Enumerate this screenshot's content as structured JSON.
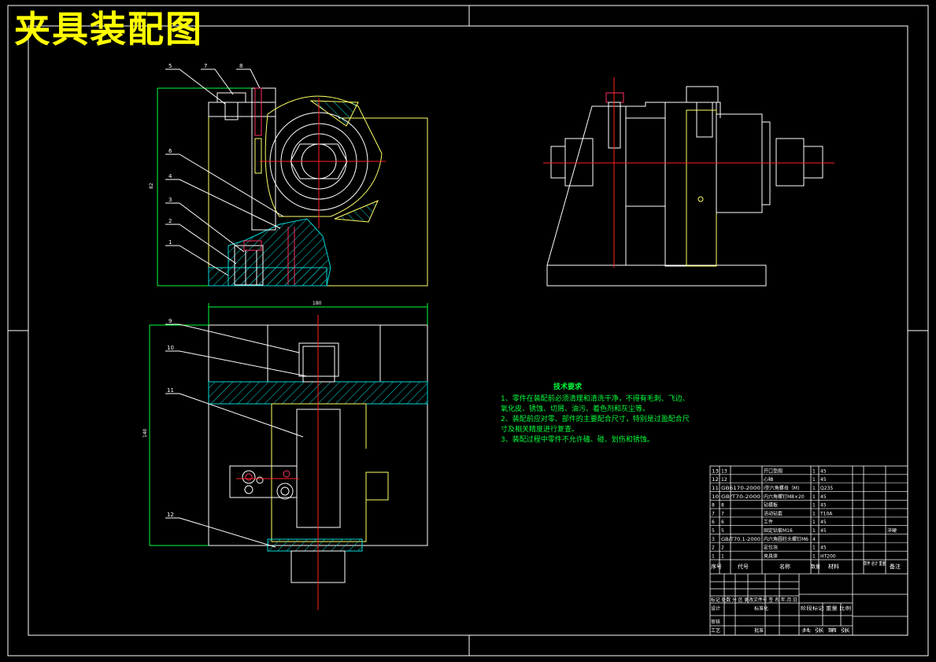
{
  "title": "夹具装配图",
  "balloons": [
    "5",
    "7",
    "8",
    "6",
    "4",
    "3",
    "2",
    "1",
    "9",
    "10",
    "11",
    "12"
  ],
  "dimensions": {
    "top_height": "82",
    "bottom_width": "180",
    "bottom_height": "140"
  },
  "tech_requirements": {
    "title": "技术要求",
    "lines": [
      "1、零件在装配前必须清理和清洗干净，不得有毛刺、飞边、",
      "氧化皮、锈蚀、切屑、油污、着色剂和灰尘等。",
      "2、装配前应对零、部件的主要配合尺寸，特别是过盈配合尺",
      "寸及相关精度进行复查。",
      "3、装配过程中零件不允许磕、碰、划伤和锈蚀。"
    ]
  },
  "bom": {
    "rows": [
      {
        "no": "13",
        "code": "13",
        "name": "开口垫圈",
        "qty": "1",
        "mat": "45",
        "note": ""
      },
      {
        "no": "12",
        "code": "12",
        "name": "心轴",
        "qty": "1",
        "mat": "45",
        "note": ""
      },
      {
        "no": "11",
        "code": "GB6170-2000",
        "name": "I型六角螺母（M)",
        "qty": "1",
        "mat": "Q235",
        "note": ""
      },
      {
        "no": "10",
        "code": "GB/T70-2000",
        "name": "内六角螺钉M8×20",
        "qty": "1",
        "mat": "45",
        "note": ""
      },
      {
        "no": "8",
        "code": "8",
        "name": "钻模板",
        "qty": "1",
        "mat": "45",
        "note": ""
      },
      {
        "no": "7",
        "code": "7",
        "name": "活动钻套",
        "qty": "1",
        "mat": "T10A",
        "note": ""
      },
      {
        "no": "6",
        "code": "6",
        "name": "工件",
        "qty": "1",
        "mat": "45",
        "note": ""
      },
      {
        "no": "5",
        "code": "5",
        "name": "固定钻套M16",
        "qty": "1",
        "mat": "45",
        "note": "淬硬"
      },
      {
        "no": "3",
        "code": "GB/T70.1-2000",
        "name": "内六角圆柱头螺钉M6",
        "qty": "4",
        "mat": "",
        "note": ""
      },
      {
        "no": "2",
        "code": "2",
        "name": "定位块",
        "qty": "1",
        "mat": "45",
        "note": ""
      },
      {
        "no": "1",
        "code": "1",
        "name": "夹具体",
        "qty": "1",
        "mat": "HT200",
        "note": ""
      }
    ],
    "header": {
      "seq": "序号",
      "code": "代号",
      "name": "名称",
      "qty": "数量",
      "mat": "材料",
      "weight": "单件 总计 重量",
      "note": "备注"
    },
    "footer": {
      "r1": "标记 处数 分 区 更改文件号 签 名 年.月.日",
      "r2": "设计",
      "r2b": "标准化",
      "r2c": "阶段标记 重量 比例",
      "r3": "审核",
      "r3b": "工艺",
      "r3c": "批准",
      "r4": "共 张 第 张"
    }
  }
}
